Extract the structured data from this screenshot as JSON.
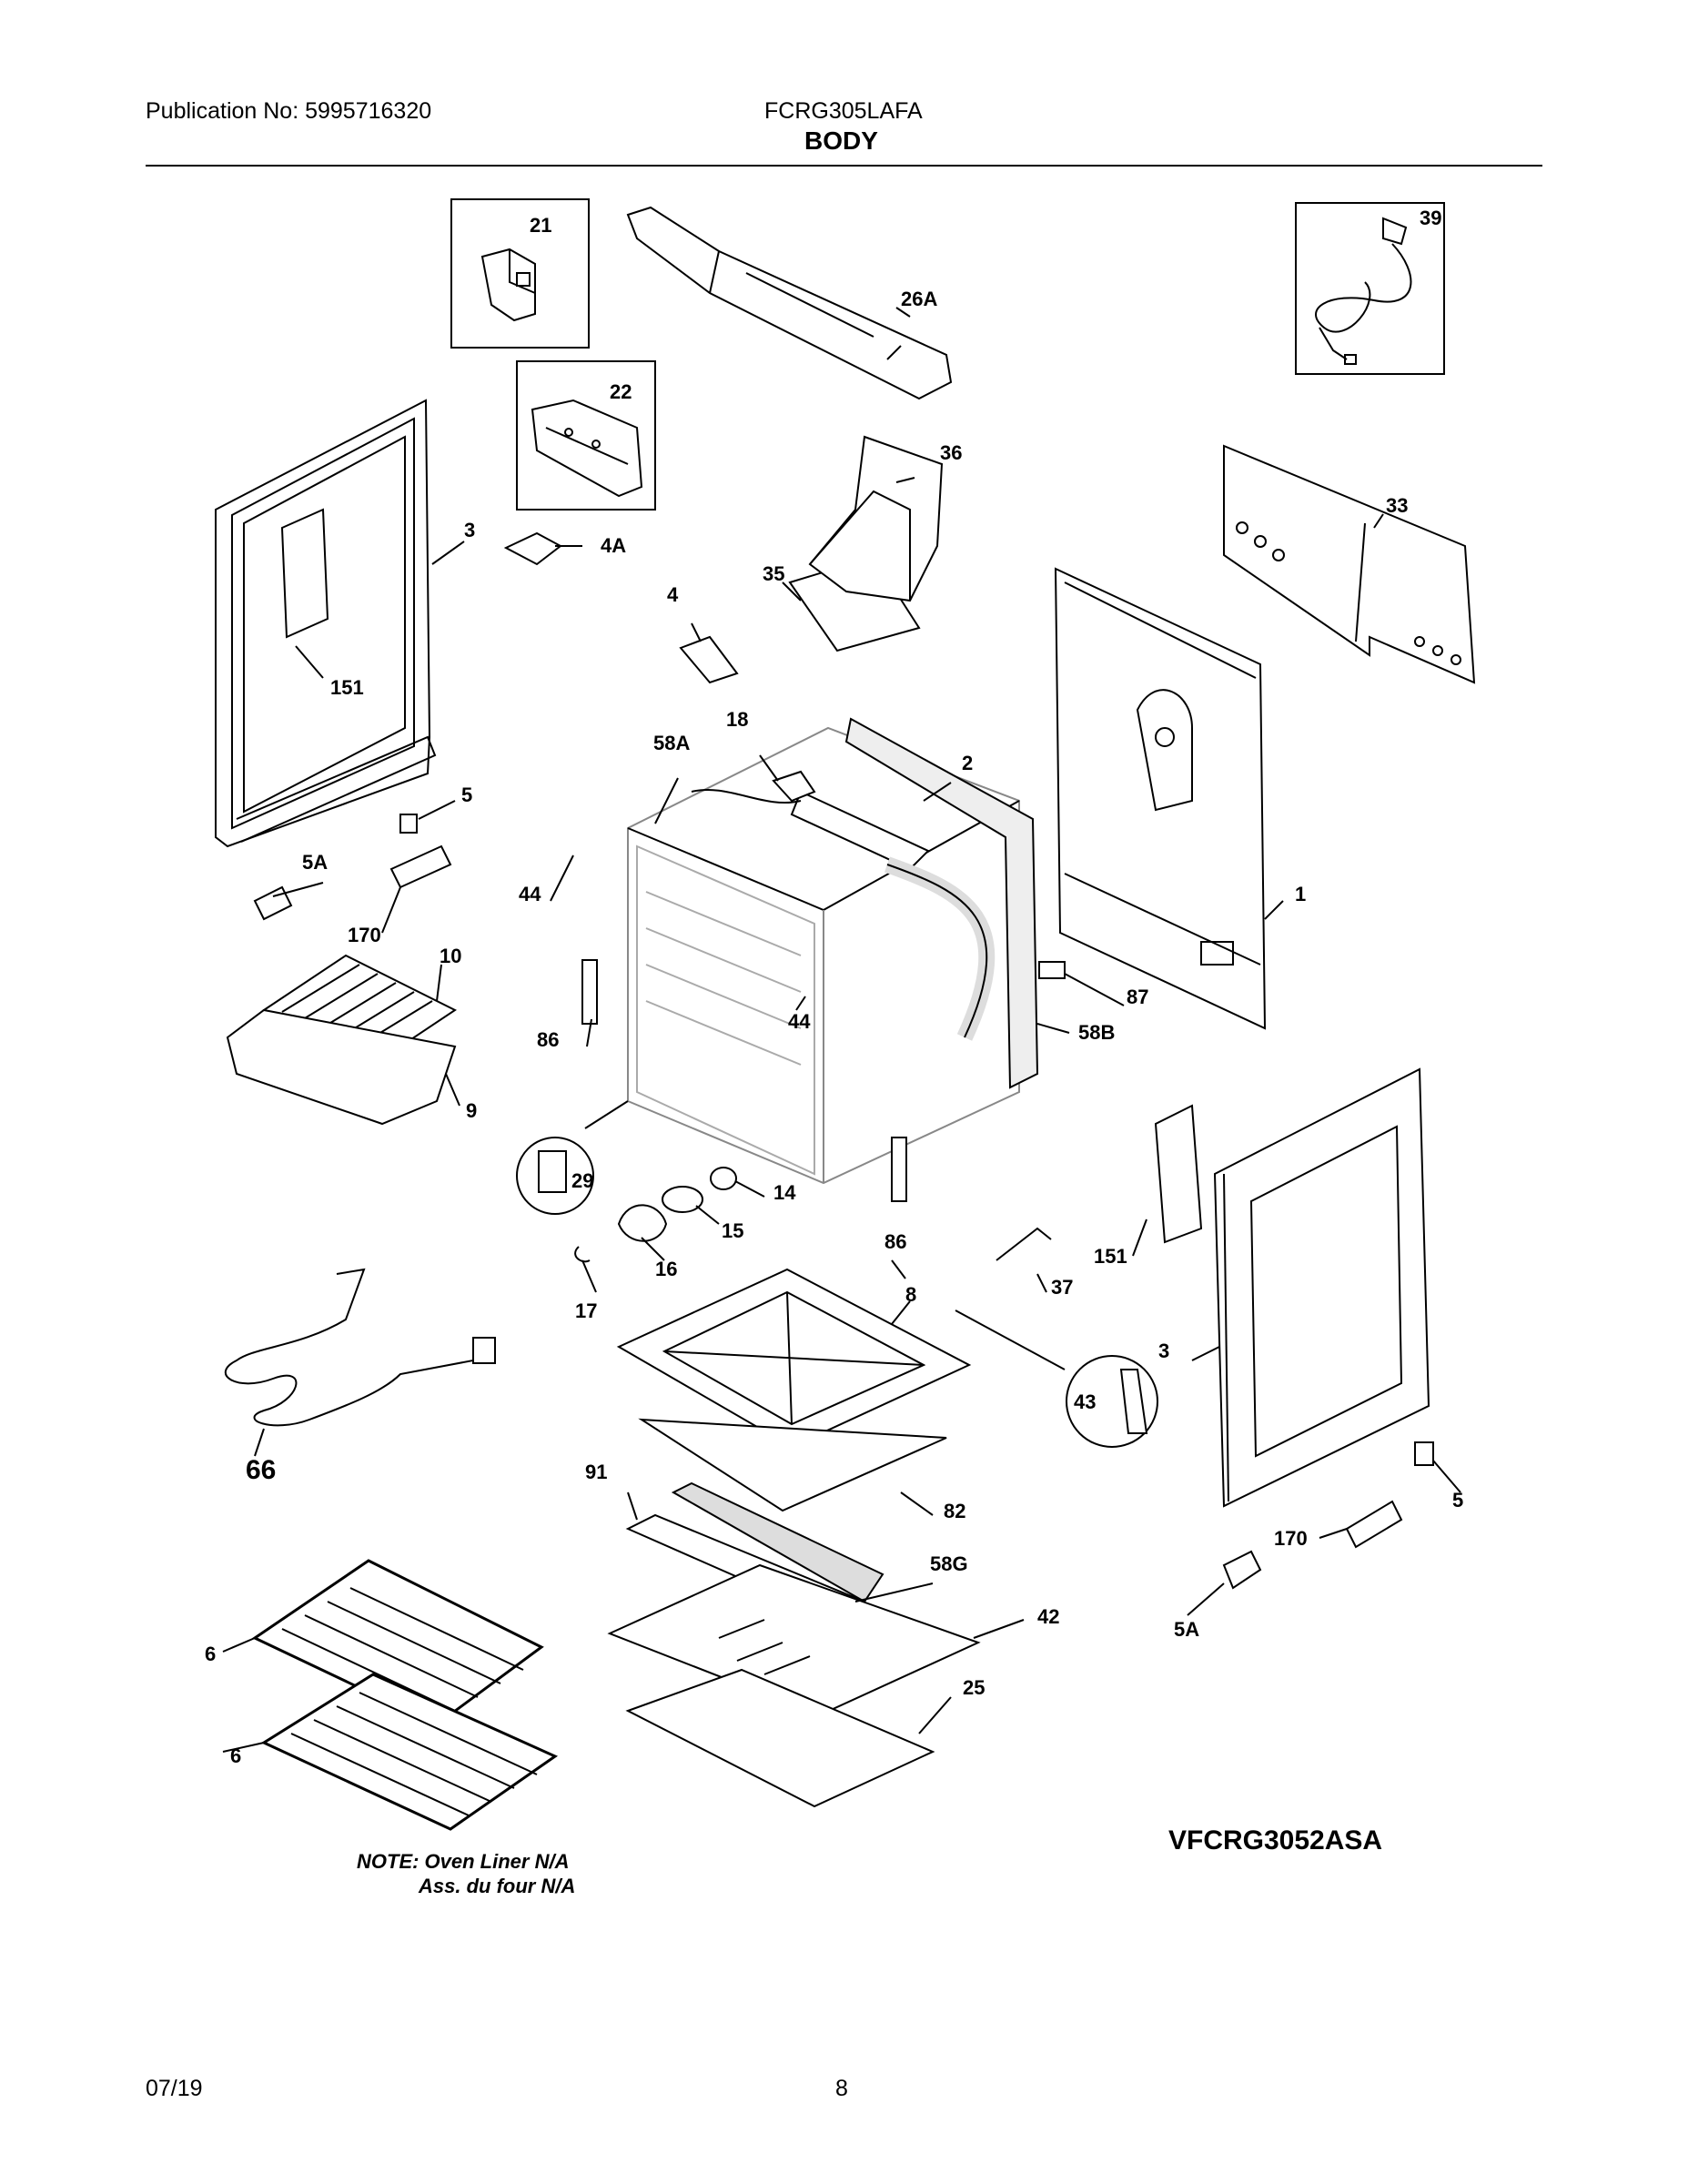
{
  "header": {
    "publication": "Publication No: 5995716320",
    "model": "FCRG305LAFA",
    "section": "BODY"
  },
  "variant": "VFCRG3052ASA",
  "note": {
    "line1": "NOTE: Oven Liner N/A",
    "line2": "Ass. du four N/A"
  },
  "footer": {
    "date": "07/19",
    "page": "8"
  },
  "callouts": [
    "21",
    "22",
    "26A",
    "39",
    "36",
    "33",
    "3",
    "4A",
    "35",
    "4",
    "151",
    "18",
    "2",
    "58A",
    "5",
    "5A",
    "44",
    "1",
    "170",
    "10",
    "86",
    "44",
    "87",
    "58B",
    "9",
    "29",
    "14",
    "15",
    "86",
    "151",
    "16",
    "37",
    "17",
    "8",
    "3",
    "43",
    "66",
    "91",
    "82",
    "5",
    "170",
    "58G",
    "42",
    "5A",
    "6",
    "25",
    "6"
  ]
}
